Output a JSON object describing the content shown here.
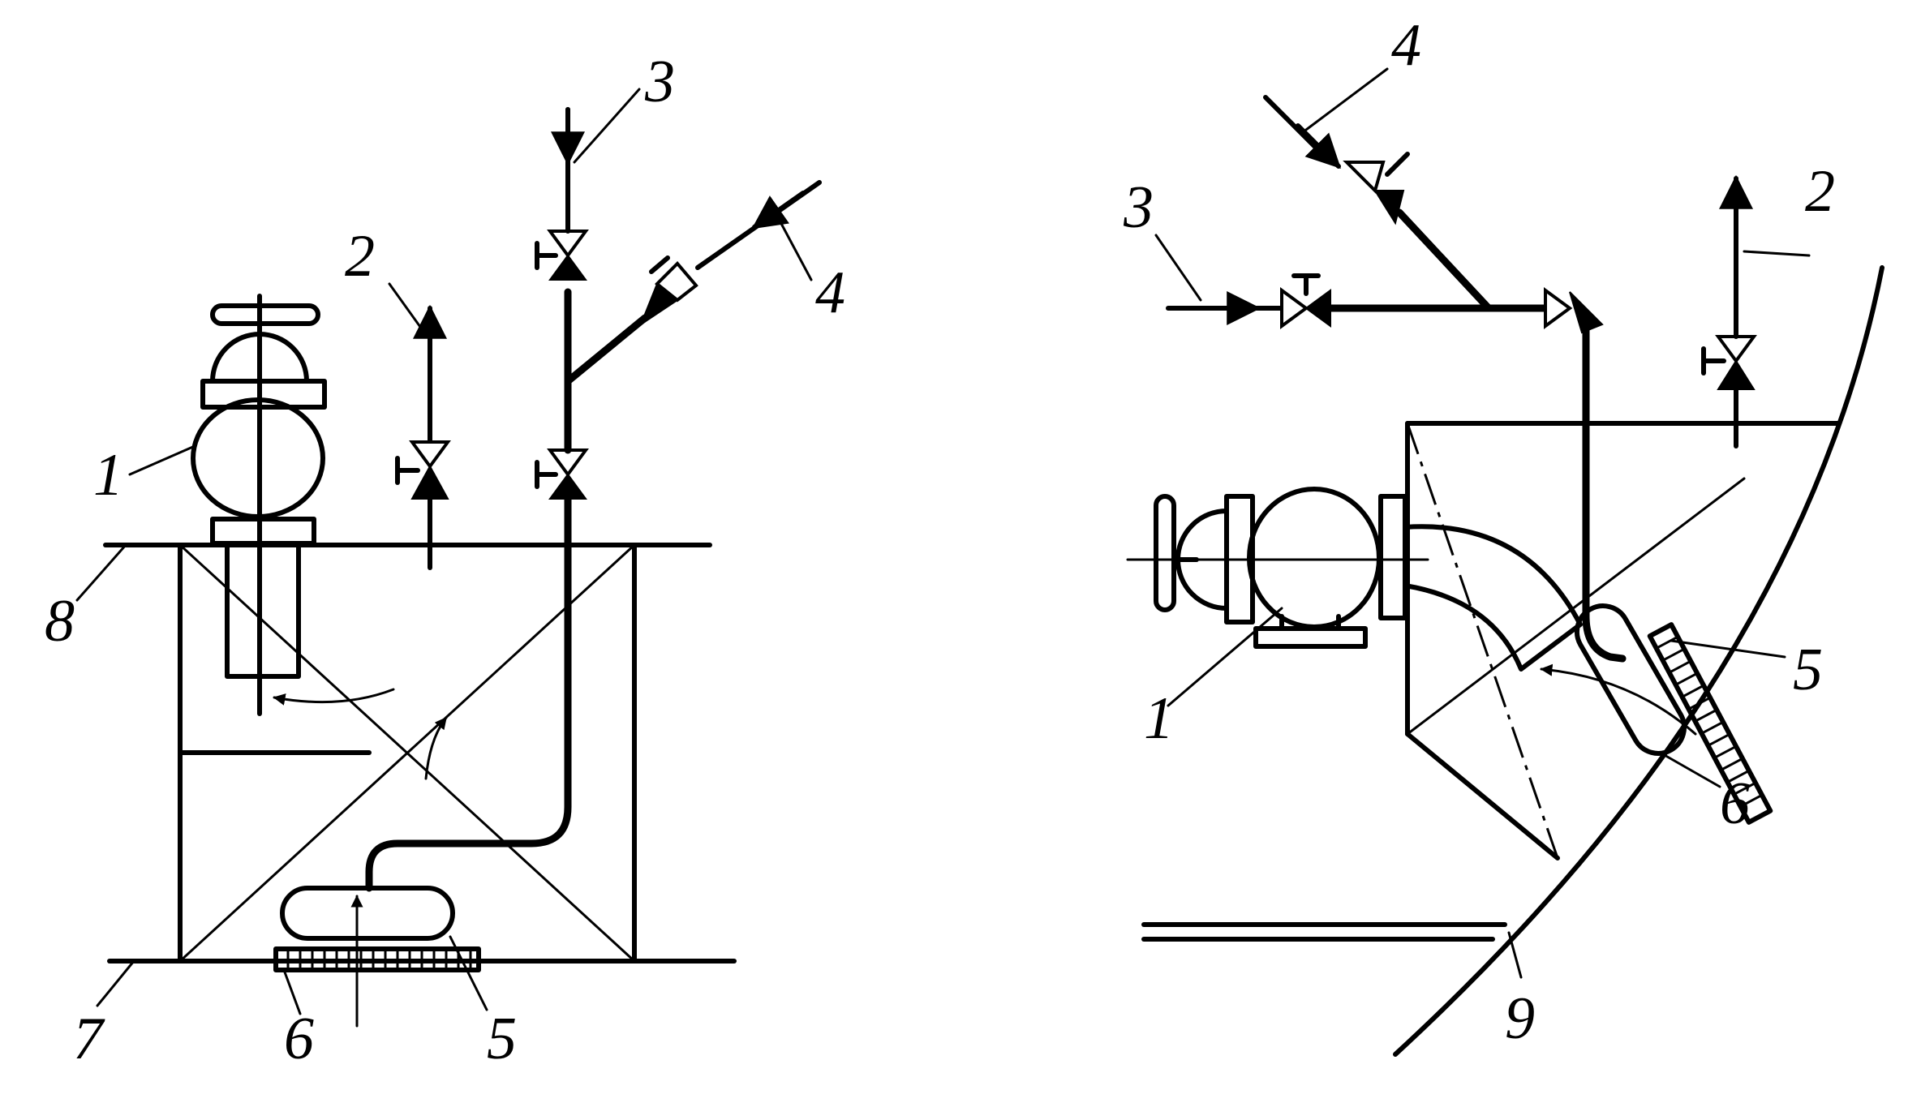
{
  "left_figure": {
    "labels": [
      "1",
      "2",
      "3",
      "4",
      "5",
      "6",
      "7",
      "8"
    ]
  },
  "right_figure": {
    "labels": [
      "1",
      "2",
      "3",
      "4",
      "5",
      "6",
      "9"
    ]
  }
}
